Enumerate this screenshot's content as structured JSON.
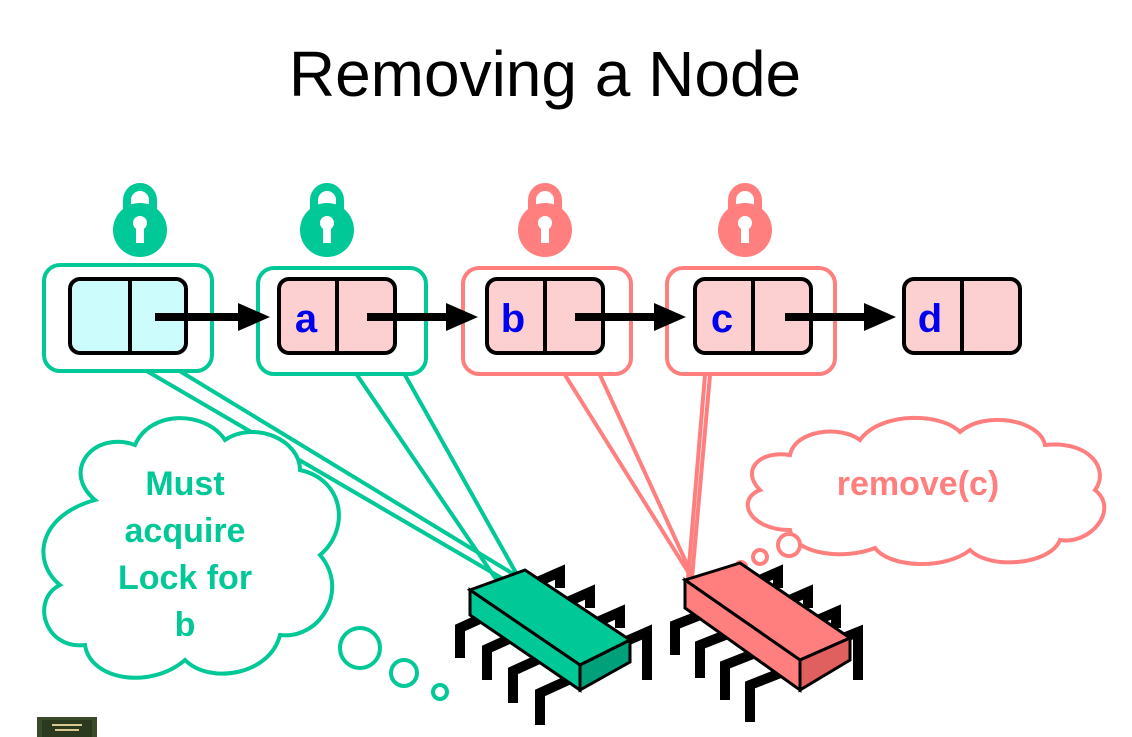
{
  "title": "Removing a Node",
  "colors": {
    "green": "#00c896",
    "red": "#ff7f7f",
    "node_fill_head": "#ccfcfc",
    "node_fill": "#fcd0d0",
    "label_blue": "#0000ee"
  },
  "nodes": [
    {
      "label": "",
      "locked_by": "green"
    },
    {
      "label": "a",
      "locked_by": "green"
    },
    {
      "label": "b",
      "locked_by": "red"
    },
    {
      "label": "c",
      "locked_by": "red"
    },
    {
      "label": "d",
      "locked_by": ""
    }
  ],
  "thoughts": {
    "green_lines": [
      "Must",
      "acquire",
      "Lock for",
      "b"
    ],
    "red_lines": [
      "remove(c)"
    ]
  },
  "icons": [
    "lock-icon",
    "thread-chip-icon",
    "thought-cloud-icon"
  ]
}
